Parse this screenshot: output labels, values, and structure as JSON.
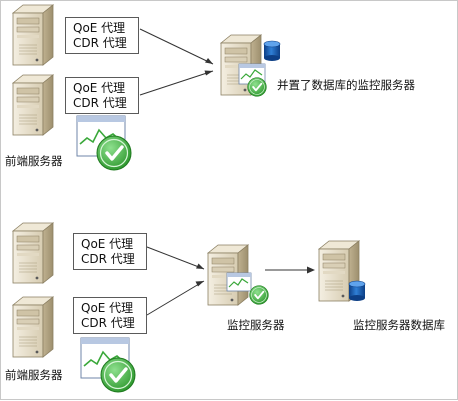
{
  "top": {
    "agent1": {
      "line1": "QoE 代理",
      "line2": "CDR 代理"
    },
    "agent2": {
      "line1": "QoE 代理",
      "line2": "CDR 代理"
    },
    "frontend_label": "前端服务器",
    "monitor_label": "并置了数据库的监控服务器"
  },
  "bottom": {
    "agent1": {
      "line1": "QoE 代理",
      "line2": "CDR 代理"
    },
    "agent2": {
      "line1": "QoE 代理",
      "line2": "CDR 代理"
    },
    "frontend_label": "前端服务器",
    "monitor_label": "监控服务器",
    "database_label": "监控服务器数据库"
  },
  "colors": {
    "server_body": "#e6dcc4",
    "server_dark": "#b9ab8a",
    "check_green": "#3aa83a",
    "db_blue": "#1a5fb4"
  }
}
